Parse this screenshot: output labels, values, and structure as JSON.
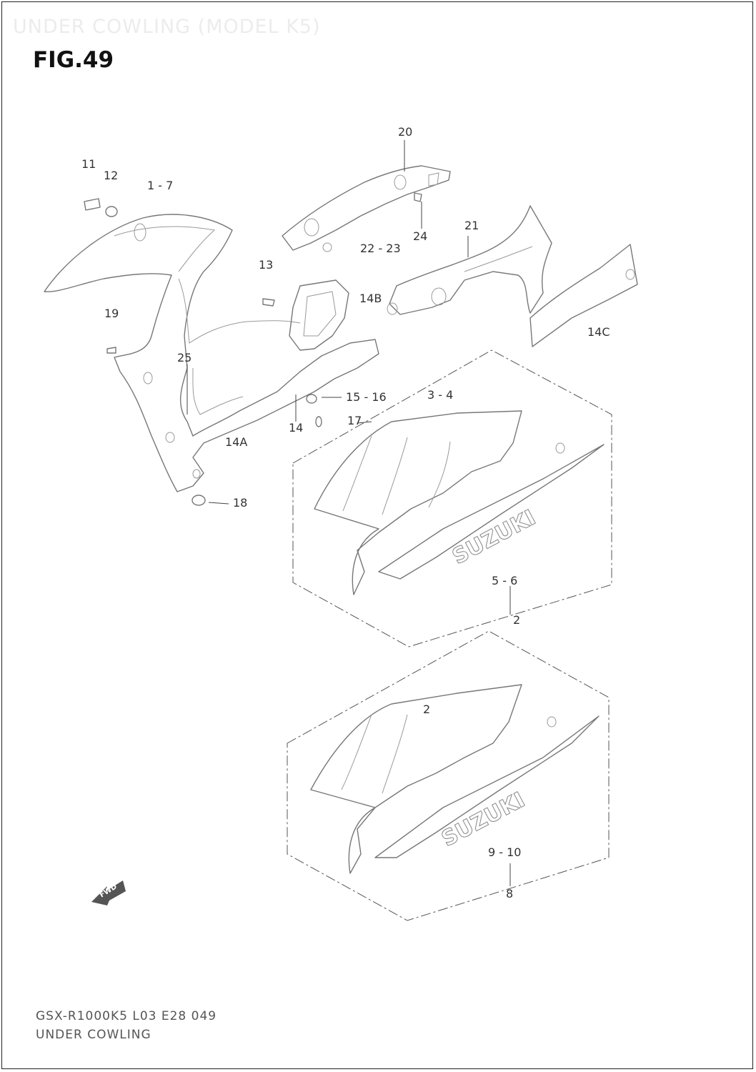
{
  "header": {
    "watermark": "UNDER COWLING (MODEL K5)",
    "figure": "FIG.49"
  },
  "callouts": {
    "c20": "20",
    "c11": "11",
    "c12": "12",
    "c1_7": "1 - 7",
    "c24": "24",
    "c21": "21",
    "c22_23": "22 - 23",
    "c13": "13",
    "c14B": "14B",
    "c19": "19",
    "c14C": "14C",
    "c25": "25",
    "c15_16": "15 - 16",
    "c3_4": "3 - 4",
    "c14": "14",
    "c17": "17",
    "c14A": "14A",
    "c18": "18",
    "c5_6": "5 - 6",
    "c2a": "2",
    "c2b": "2",
    "c9_10": "9 - 10",
    "c8": "8"
  },
  "panels": {
    "brand_upper": "SUZUKI",
    "brand_lower": "SUZUKI",
    "fwd": "FWD"
  },
  "footer": {
    "code": "GSX-R1000K5 L03 E28  049",
    "title": "UNDER COWLING"
  }
}
